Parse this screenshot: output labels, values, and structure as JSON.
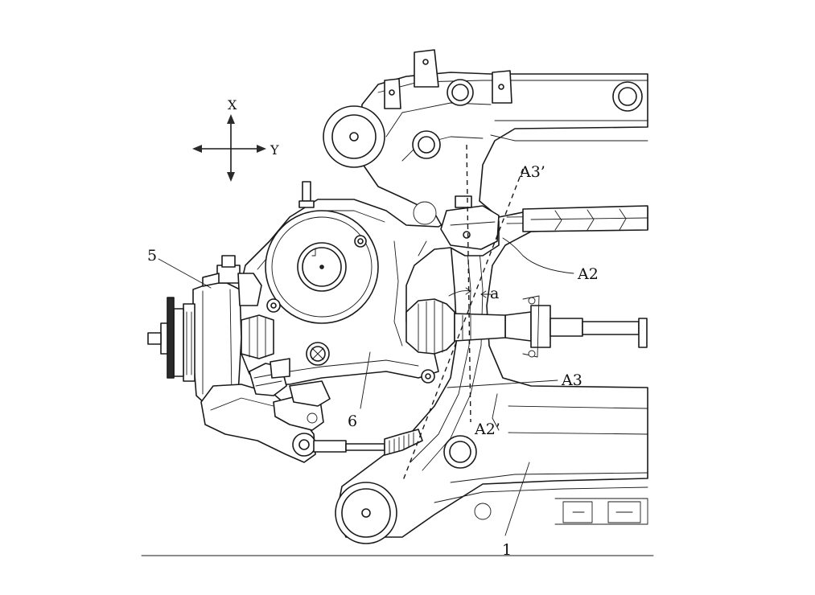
{
  "figure": {
    "axes": {
      "x_label": "X",
      "y_label": "Y"
    },
    "labels": {
      "part_5": "5",
      "part_6": "6",
      "part_1": "1",
      "a2": "A2",
      "a3": "A3",
      "a2_prime": "A2’",
      "a3_prime": "A3’",
      "angle_a": "a"
    }
  }
}
